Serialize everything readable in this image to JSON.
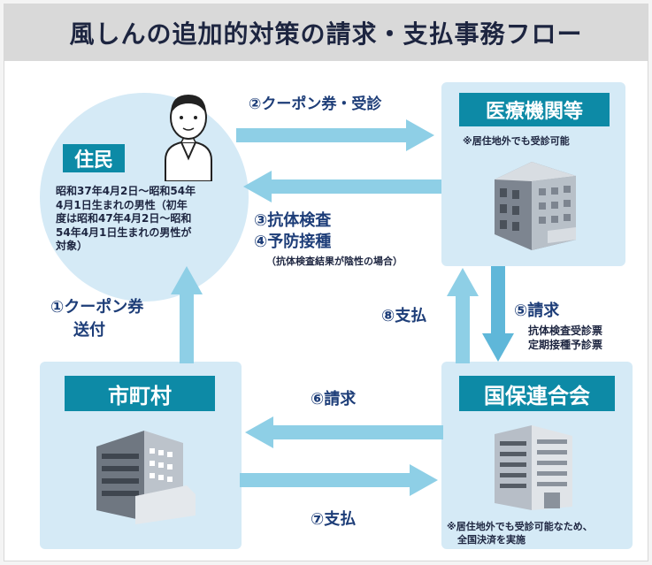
{
  "title": "風しんの追加的対策の請求・支払事務フロー",
  "resident": {
    "label": "住民",
    "desc_lines": [
      "昭和37年4月2日〜昭和54年",
      "4月1日生まれの男性（初年",
      "度は昭和47年4月2日〜昭和",
      "54年4月1日生まれの男性が",
      "対象）"
    ]
  },
  "medical": {
    "label": "医療機関等",
    "note": "※居住地外でも受診可能"
  },
  "municipality": {
    "label": "市町村"
  },
  "federation": {
    "label": "国保連合会",
    "note_lines": [
      "※居住地外でも受診可能なため、",
      "全国決済を実施"
    ]
  },
  "flows": {
    "step2": "②クーポン券・受診",
    "step3": "③抗体検査",
    "step4": "④予防接種",
    "step34_note": "（抗体検査結果が陰性の場合）",
    "step1_line1": "①クーポン券",
    "step1_line2": "送付",
    "step8": "⑧支払",
    "step5": "⑤請求",
    "step5_note1": "抗体検査受診票",
    "step5_note2": "定期接種予診票",
    "step6": "⑥請求",
    "step7": "⑦支払"
  },
  "colors": {
    "accent": "#0d8aa6",
    "arrow": "#8ecfe6",
    "arrow_dark": "#5fb7d9",
    "panel": "#d5eaf6"
  }
}
